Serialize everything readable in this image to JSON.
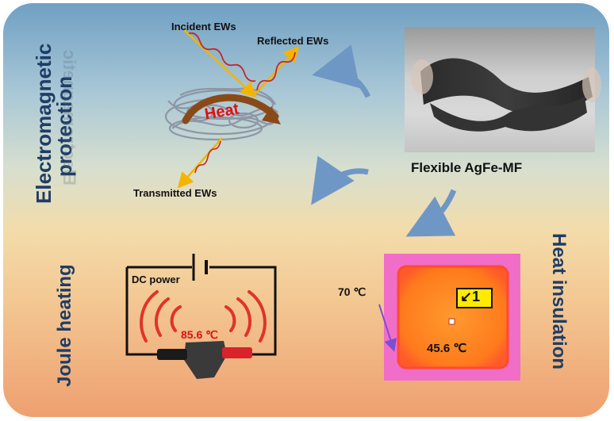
{
  "titles": {
    "em_line1": "Electromagnetic",
    "em_line2": "protection",
    "joule": "Joule heating",
    "heat_line1": "Heat insulation"
  },
  "em_diagram": {
    "incident": "Incident EWs",
    "reflected": "Reflected EWs",
    "transmitted": "Transmitted EWs",
    "heat": "Heat"
  },
  "material": {
    "label": "Flexible AgFe-MF"
  },
  "joule_diagram": {
    "power": "DC power",
    "temperature": "85.6 ℃"
  },
  "thermal_image": {
    "outside_temp": "70 ℃",
    "inside_temp": "45.6 ℃",
    "marker": "1"
  },
  "colors": {
    "title_blue": "#1f3d66",
    "arrow_blue": "#6f97c6",
    "wave_orange": "#f5b400",
    "heat_red": "#e01010",
    "thermal_pink": "#f06ec8",
    "thermal_orange": "#ff7a1c"
  }
}
